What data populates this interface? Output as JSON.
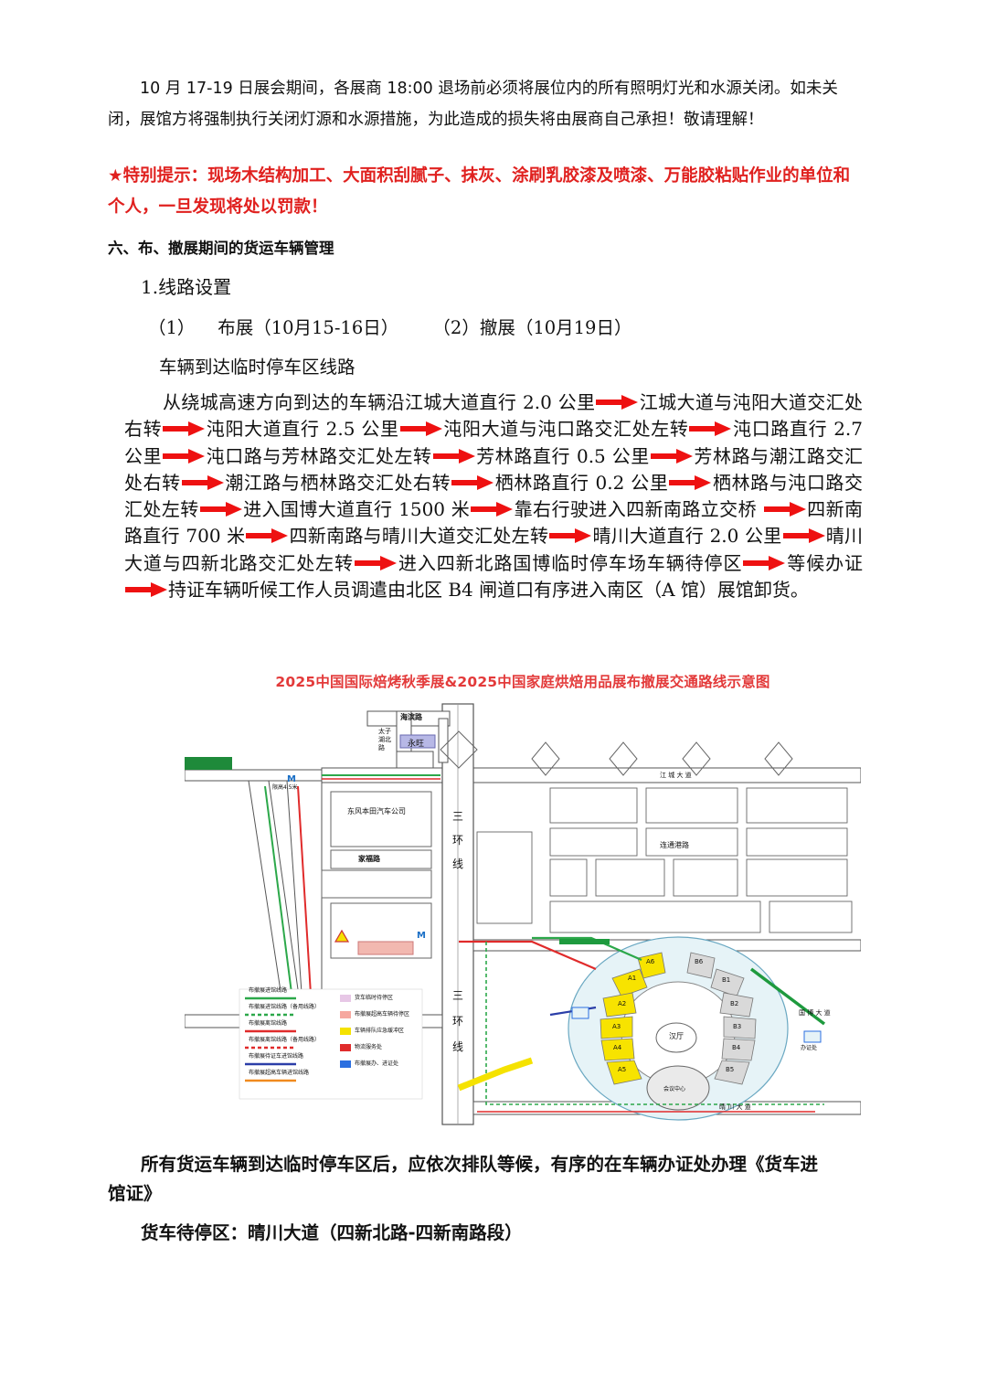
{
  "notice": {
    "paragraph": "10 月 17-19 日展会期间，各展商 18:00 退场前必须将展位内的所有照明灯光和水源关闭。如未关闭，展馆方将强制执行关闭灯源和水源措施，为此造成的损失将由展商自己承担！敬请理解！",
    "special": "★特别提示：现场木结构加工、大面积刮腻子、抹灰、涂刷乳胶漆及喷漆、万能胶粘贴作业的单位和个人，一旦发现将处以罚款！"
  },
  "section6": {
    "heading": "六、布、撤展期间的货运车辆管理",
    "sub1": "1.线路设置",
    "phases": "（1）    布展（10月15-16日）      （2）撤展（10月19日）",
    "route_title": "车辆到达临时停车区线路",
    "route_steps": [
      "从绕城高速方向到达的车辆沿江城大道直行 2.0 公里",
      "江城大道与沌阳大道交汇处右转",
      "沌阳大道直行 2.5 公里",
      "沌阳大道与沌口路交汇处左转",
      "沌口路直行 2.7 公里",
      "沌口路与芳林路交汇处左转",
      "芳林路直行 0.5 公里",
      "芳林路与潮江路交汇处右转",
      "潮江路与栖林路交汇处右转",
      "栖林路直行 0.2 公里",
      "栖林路与沌口路交汇处左转",
      "进入国博大道直行 1500 米",
      "靠右行驶进入四新南路立交桥 ",
      "四新南路直行 700 米",
      "四新南路与晴川大道交汇处左转",
      "晴川大道直行 2.0 公里",
      "晴川大道与四新北路交汇处左转",
      "进入四新北路国博临时停车场车辆待停区",
      "等候办证",
      "持证车辆听候工作人员调遣由北区 B4 闸道口有序进入南区（A 馆）展馆卸货。"
    ]
  },
  "map": {
    "title": "2025中国国际焙烤秋季展&2025中国家庭烘焙用品展布撤展交通路线示意图",
    "labels": {
      "third_ring_top": "三",
      "third_ring_mid": "环",
      "third_ring_bot": "线",
      "third_ring2_a": "三",
      "third_ring2_b": "环",
      "third_ring2_c": "线",
      "hanxi": "海滨路",
      "taizi": "太子湖北路",
      "yongwang": "永旺",
      "dongfeng": "东风本田汽车公司",
      "jiafu": "家福路",
      "lianhe": "连通港路",
      "hanting": "汉厅",
      "jiangcheng": "江 城 大 道",
      "qingchuan": "晴 川 大 道",
      "guobo": "国 博 大 道",
      "metro": "M",
      "halls_a": [
        "A1",
        "A2",
        "A3",
        "A4",
        "A5",
        "A6"
      ],
      "halls_b": [
        "B1",
        "B2",
        "B3",
        "B4",
        "B5",
        "B6"
      ],
      "limit": "限高4.5米",
      "center": "会议中心",
      "badge": "办证处"
    },
    "legend": [
      {
        "label": "布撤展进馆线路",
        "color": "#2ca84a",
        "dashed": false
      },
      {
        "label": "布撤展进馆线路（备用线路）",
        "color": "#2ca84a",
        "dashed": true
      },
      {
        "label": "布撤展离馆线路",
        "color": "#e02b2b",
        "dashed": false
      },
      {
        "label": "布撤展离馆线路（备用线路）",
        "color": "#e02b2b",
        "dashed": true
      },
      {
        "label": "布撤展待证车进馆线路",
        "color": "#2b3ea8",
        "dashed": false
      },
      {
        "label": "布撤展超高车辆进馆线路",
        "color": "#f08a1e",
        "dashed": false
      },
      {
        "label": "货车临时待停区",
        "color": "#e7c7e6",
        "dashed": false
      },
      {
        "label": "布撤展超高车辆待停区",
        "color": "#f6a8a0",
        "dashed": false
      },
      {
        "label": "车辆排队应急缓冲区",
        "color": "#f5e200",
        "dashed": false
      },
      {
        "label": "物流服务处",
        "color": "#e02b2b",
        "dashed": false
      },
      {
        "label": "布撤展办、进证处",
        "color": "#2b6fe0",
        "dashed": false
      }
    ]
  },
  "bottom": {
    "p1": "所有货运车辆到达临时停车区后，应依次排队等候，有序的在车辆办证处办理《货车进馆证》",
    "p2": "货车待停区：晴川大道（四新北路-四新南路段）"
  },
  "colors": {
    "red_notice": "#e0211f",
    "arrow": "#ee1111",
    "map_title": "#e33a3a"
  }
}
